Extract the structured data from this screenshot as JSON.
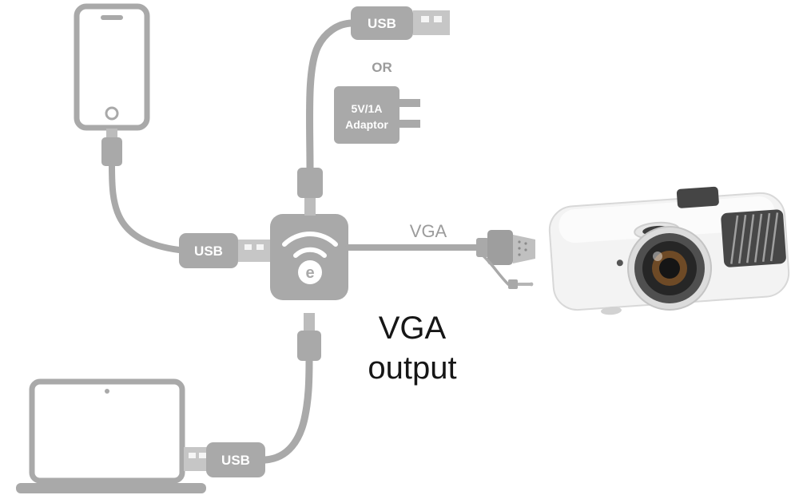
{
  "labels": {
    "usb_top": "USB",
    "usb_phone": "USB",
    "usb_laptop": "USB",
    "or": "OR",
    "adaptor_line1": "5V/1A",
    "adaptor_line2": "Adaptor",
    "vga_cable": "VGA",
    "logo_letter": "e",
    "output_line1": "VGA",
    "output_line2": "output"
  },
  "colors": {
    "device_gray": "#a9a9a9",
    "metal_gray": "#c6c6c6",
    "hole_white": "#f5f5f5",
    "label_text": "#ffffff",
    "muted_text": "#9b9b9b",
    "output_text": "#161616",
    "projector_body": "#f3f3f3",
    "vent_dark": "#474747",
    "lens_amber": "#6e4a26",
    "background": "#ffffff"
  }
}
